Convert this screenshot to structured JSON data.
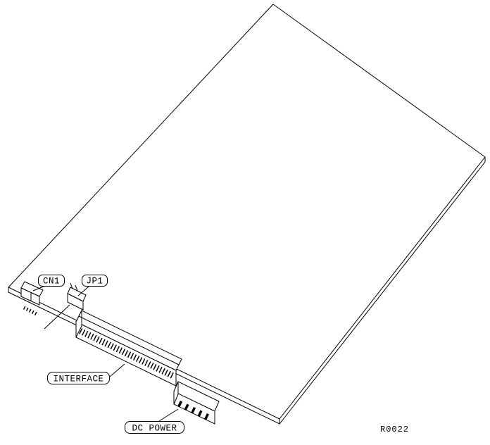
{
  "figure": {
    "background_color": "#ffffff",
    "line_color": "#000000",
    "callouts": {
      "cn1": "CN1",
      "jp1": "JP1",
      "interface": "INTERFACE",
      "dc_power": "DC POWER"
    },
    "reference_number": "R0022"
  }
}
